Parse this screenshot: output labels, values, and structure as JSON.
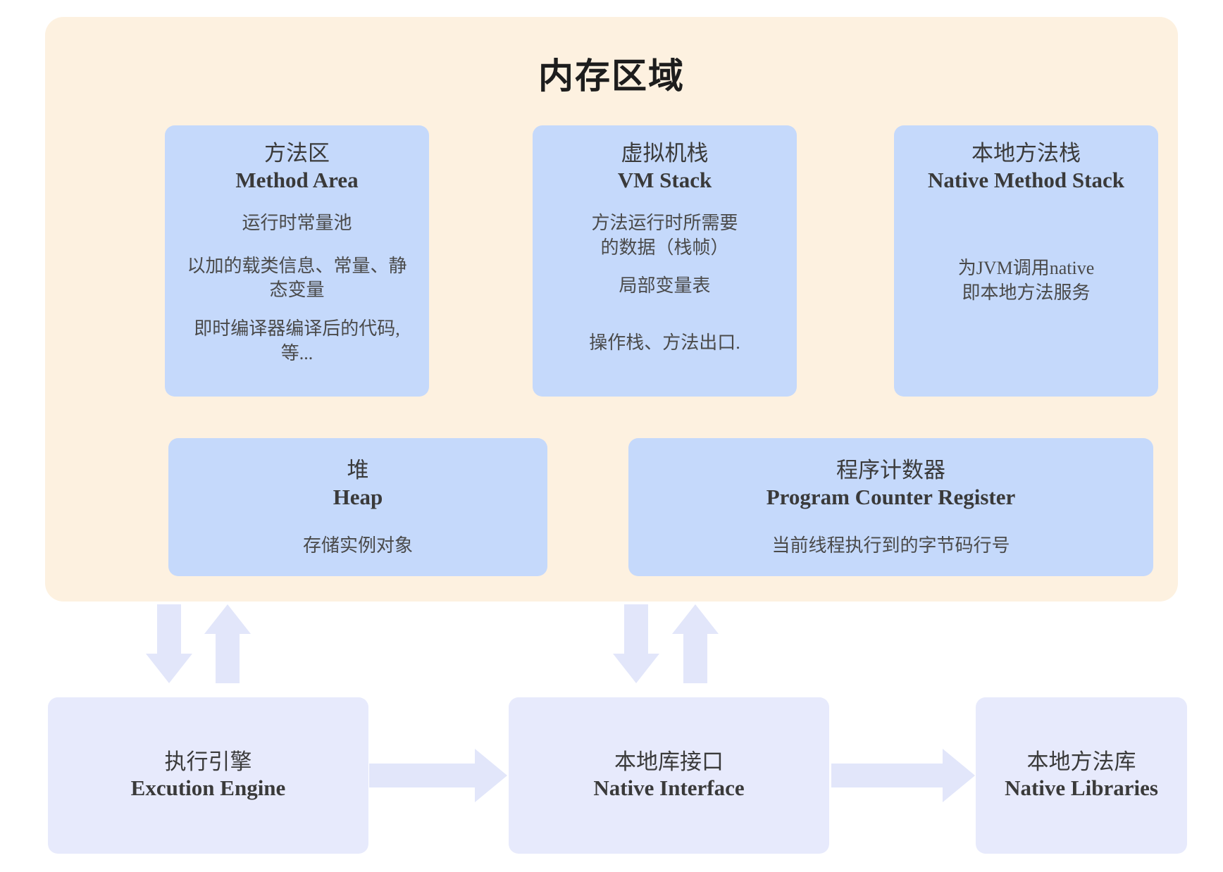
{
  "diagram": {
    "title": "内存区域",
    "memory_boxes": [
      {
        "id": "method-area",
        "cn_title": "方法区",
        "en_title": "Method Area",
        "lines": [
          "运行时常量池",
          "以加的载类信息、常量、静\n态变量",
          "即时编译器编译后的代码,\n等..."
        ]
      },
      {
        "id": "vm-stack",
        "cn_title": "虚拟机栈",
        "en_title": "VM Stack",
        "lines": [
          "方法运行时所需要\n的数据（栈帧）",
          "局部变量表",
          "操作栈、方法出口."
        ]
      },
      {
        "id": "native-method-stack",
        "cn_title": "本地方法栈",
        "en_title": "Native Method Stack",
        "lines": [
          "为JVM调用native\n即本地方法服务"
        ]
      },
      {
        "id": "heap",
        "cn_title": "堆",
        "en_title": "Heap",
        "lines": [
          "存储实例对象"
        ]
      },
      {
        "id": "program-counter-register",
        "cn_title": "程序计数器",
        "en_title": "Program Counter Register",
        "lines": [
          "当前线程执行到的字节码行号"
        ]
      }
    ],
    "bottom_boxes": [
      {
        "id": "execution-engine",
        "cn_title": "执行引擎",
        "en_title": "Excution Engine"
      },
      {
        "id": "native-interface",
        "cn_title": "本地库接口",
        "en_title": "Native Interface"
      },
      {
        "id": "native-libraries",
        "cn_title": "本地方法库",
        "en_title": "Native Libraries"
      }
    ],
    "colors": {
      "region_background": "#fdf1e0",
      "memory_box": "#c5d9fb",
      "bottom_box": "#e7eafc",
      "arrow": "#e2e6fa",
      "text": "#3a3a3a",
      "page_background": "#ffffff"
    }
  }
}
